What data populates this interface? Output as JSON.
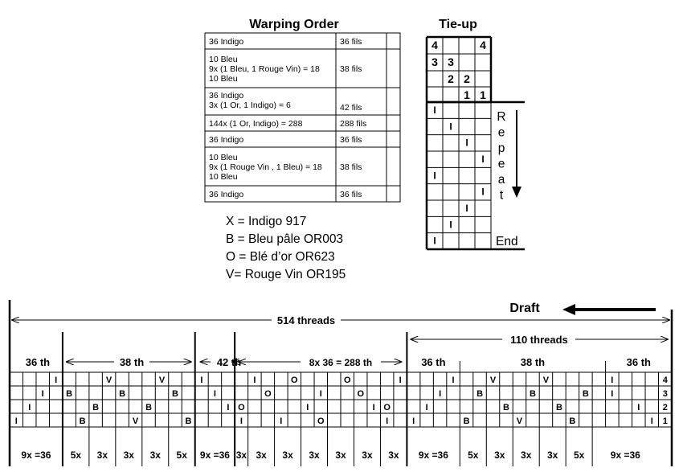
{
  "warping": {
    "title": "Warping Order",
    "rows": [
      {
        "lines": [
          "36 Indigo"
        ],
        "fils": "36 fils"
      },
      {
        "lines": [
          "10 Bleu",
          "9x (1 Bleu, 1 Rouge Vin) = 18",
          "10 Bleu"
        ],
        "fils": "38 fils"
      },
      {
        "lines": [
          "36 Indigo",
          "3x (1 Or, 1 Indigo) = 6"
        ],
        "fils": "42 fils"
      },
      {
        "lines": [
          "144x (1 Or,  Indigo) = 288"
        ],
        "fils": "288 fils"
      },
      {
        "lines": [
          "36 Indigo"
        ],
        "fils": "36 fils"
      },
      {
        "lines": [
          "10 Bleu",
          "9x (1 Rouge Vin , 1 Bleu) = 18",
          "10 Bleu"
        ],
        "fils": "38 fils"
      },
      {
        "lines": [
          "36 Indigo"
        ],
        "fils": "36 fils"
      }
    ]
  },
  "legend": [
    "X = Indigo 917",
    "B = Bleu pâle OR003",
    "O = Blé d’or OR623",
    "V= Rouge Vin OR195"
  ],
  "tieup": {
    "title": "Tie-up",
    "rows": [
      [
        "4",
        "",
        "",
        "4"
      ],
      [
        "3",
        "3",
        "",
        ""
      ],
      [
        "",
        "2",
        "2",
        ""
      ],
      [
        "",
        "",
        "1",
        "1"
      ]
    ],
    "treadling": [
      1,
      2,
      3,
      4,
      1,
      4,
      3,
      2,
      1
    ],
    "mark": "I",
    "repeat_letters": [
      "R",
      "e",
      "p",
      "e",
      "a",
      "t"
    ],
    "end_label": "End"
  },
  "draft": {
    "title": "Draft",
    "total_label": "514 threads",
    "sub_label": "110 threads",
    "section_labels": [
      "36 th",
      "38 th",
      "42 th",
      "8x 36 = 288 th",
      "36 th",
      "38 th",
      "36 th"
    ],
    "shaft_numbers": [
      "4",
      "3",
      "2",
      "1"
    ],
    "rows": [
      [
        "",
        "",
        "",
        "I",
        "",
        "",
        "",
        "V",
        "",
        "",
        "",
        "V",
        "",
        "",
        "I",
        "",
        "",
        "",
        "I",
        "",
        "",
        "O",
        "",
        "",
        "",
        "O",
        "",
        "",
        "",
        "I",
        "",
        "",
        "",
        "I",
        "",
        "",
        "V",
        "",
        "",
        "",
        "V",
        "",
        "",
        "",
        "",
        "I",
        "",
        "",
        ""
      ],
      [
        "",
        "",
        "I",
        "",
        "B",
        "",
        "",
        "",
        "B",
        "",
        "",
        "",
        "B",
        "",
        "",
        "I",
        "",
        "",
        "",
        "O",
        "",
        "",
        "",
        "I",
        "",
        "",
        "O",
        "",
        "",
        "",
        "",
        "",
        "I",
        "",
        "",
        "B",
        "",
        "",
        "",
        "B",
        "",
        "",
        "",
        "B",
        "",
        "I",
        "",
        "",
        ""
      ],
      [
        "",
        "I",
        "",
        "",
        "",
        "",
        "B",
        "",
        "",
        "",
        "B",
        "",
        "",
        "",
        "",
        "",
        "I",
        "O",
        "",
        "",
        "",
        "",
        "I",
        "",
        "",
        "",
        "",
        "I",
        "O",
        "",
        "",
        "I",
        "",
        "",
        "",
        "",
        "",
        "B",
        "",
        "",
        "",
        "B",
        "",
        "",
        "",
        "",
        "",
        "I",
        ""
      ],
      [
        "I",
        "",
        "",
        "",
        "",
        "B",
        "",
        "",
        "",
        "V",
        "",
        "",
        "",
        "B",
        "",
        "",
        "",
        "I",
        "",
        "",
        "I",
        "",
        "",
        "O",
        "",
        "",
        "",
        "",
        "I",
        "",
        "I",
        "",
        "",
        "",
        "B",
        "",
        "",
        "",
        "V",
        "",
        "",
        "",
        "B",
        "",
        "",
        "",
        "",
        "",
        "I"
      ]
    ],
    "bottom_labels": [
      "9x =36",
      "5x",
      "3x",
      "3x",
      "3x",
      "5x",
      "9x =36",
      "3x",
      "3x",
      "3x",
      "3x",
      "3x",
      "3x",
      "3x",
      "9x =36",
      "5x",
      "3x",
      "3x",
      "3x",
      "5x",
      "9x =36"
    ]
  }
}
